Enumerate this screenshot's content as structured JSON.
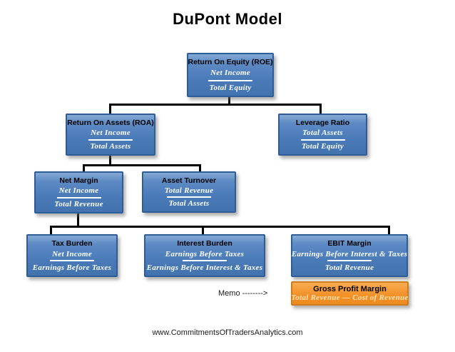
{
  "title": "DuPont Model",
  "diagram": {
    "boxes": {
      "roe": {
        "title": "Return On Equity (ROE)",
        "numerator": "Net Income",
        "denominator": "Total Equity"
      },
      "roa": {
        "title": "Return On Assets (ROA)",
        "numerator": "Net Income",
        "denominator": "Total Assets"
      },
      "leverage": {
        "title": "Leverage Ratio",
        "numerator": "Total Assets",
        "denominator": "Total Equity"
      },
      "net_margin": {
        "title": "Net Margin",
        "numerator": "Net Income",
        "denominator": "Total Revenue"
      },
      "asset_turnover": {
        "title": "Asset Turnover",
        "numerator": "Total Revenue",
        "denominator": "Total Assets"
      },
      "tax_burden": {
        "title": "Tax Burden",
        "numerator": "Net Income",
        "denominator": "Earnings Before Taxes"
      },
      "interest_burden": {
        "title": "Interest Burden",
        "numerator": "Earnings Before Taxes",
        "denominator": "Earnings Before Interest & Taxes"
      },
      "ebit_margin": {
        "title": "EBIT Margin",
        "numerator": "Earnings Before Interest & Taxes",
        "denominator": "Total Revenue"
      }
    },
    "memo": {
      "label": "Memo -------->",
      "box": {
        "title": "Gross Profit Margin",
        "formula": "Total Revenue — Cost of Revenue"
      }
    }
  },
  "footer": {
    "url": "www.CommitmentsOfTradersAnalytics.com"
  },
  "colors": {
    "box_blue": "#4a7bb8",
    "box_blue_border": "#2e5c96",
    "box_orange": "#f2922a",
    "box_orange_border": "#cd7d1b",
    "memo_formula_text": "#fde3b5",
    "fraction_text": "#ffffff",
    "connector": "#000000",
    "background": "#ffffff"
  }
}
